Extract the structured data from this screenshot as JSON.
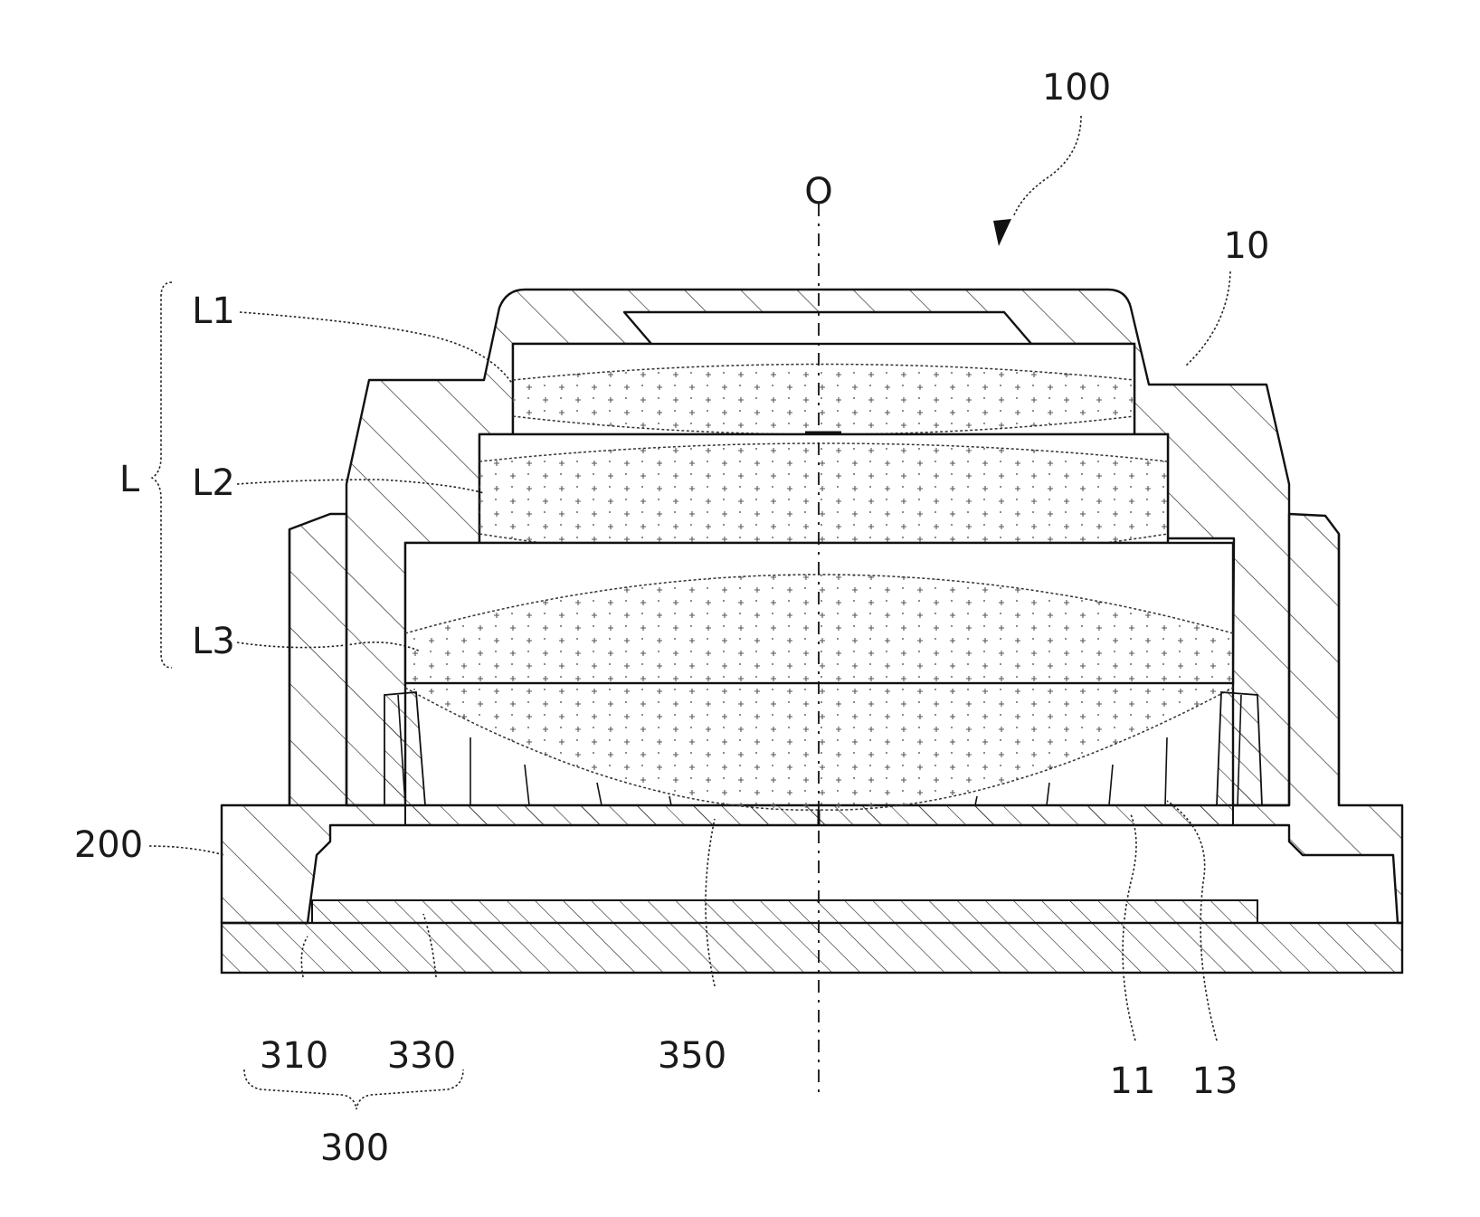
{
  "figure": {
    "optical_axis_label": "O",
    "assembly_label": "100",
    "lens_group_label": "L",
    "lenses": [
      "L1",
      "L2",
      "L3"
    ],
    "housing_label": "10",
    "holder_label": "200",
    "substrate_label": "310",
    "sensor_label": "330",
    "filter_label": "350",
    "rib_label": "11",
    "rib_edge_label": "13",
    "sensor_module_label": "300"
  }
}
